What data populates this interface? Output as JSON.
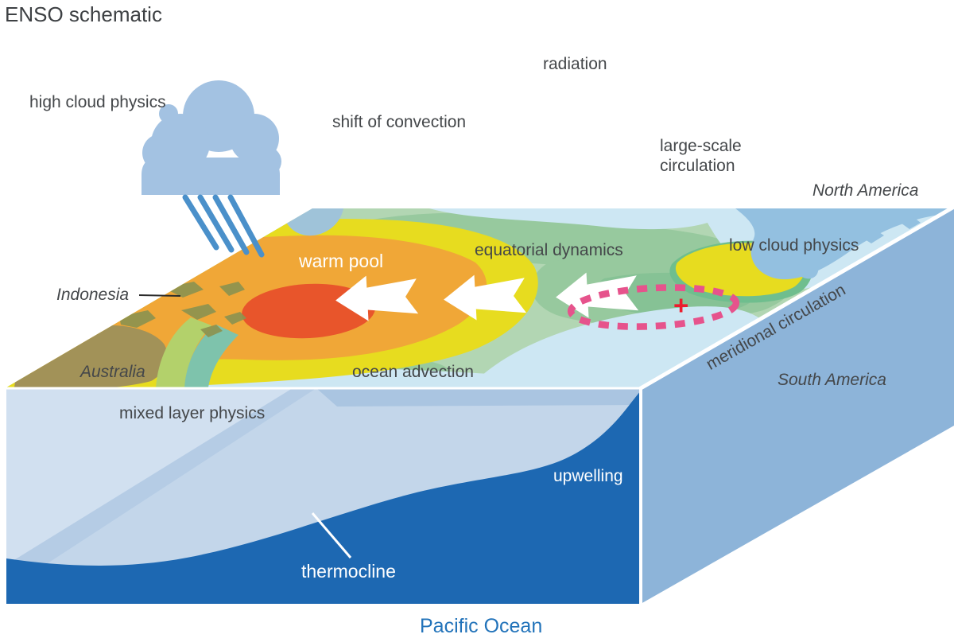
{
  "title": "ENSO schematic",
  "labels": {
    "high_cloud_physics": "high cloud physics",
    "radiation": "radiation",
    "shift_of_convection": "shift of convection",
    "large_scale_circulation": "large-scale\ncirculation",
    "north_america": "North America",
    "equatorial_dynamics": "equatorial dynamics",
    "low_cloud_physics": "low cloud physics",
    "warm_pool": "warm pool",
    "indonesia": "Indonesia",
    "australia": "Australia",
    "ocean_advection": "ocean advection",
    "meridional_circulation": "meridional circulation",
    "south_america": "South America",
    "mixed_layer_physics": "mixed layer physics",
    "upwelling": "upwelling",
    "thermocline": "thermocline",
    "pacific_ocean": "Pacific Ocean",
    "plus_symbol": "+"
  },
  "icons": {
    "rain_cloud": "rain-cloud-icon",
    "flow_arrows": "west-flow-arrow-icon",
    "anomaly_ellipse": "anomaly-ellipse-icon",
    "positive_anomaly": "plus-icon"
  },
  "colors": {
    "sst_cold_blue": "#cbe4f0",
    "sst_cool_green_light": "#b2d6b3",
    "sst_cool_green_medium": "#97c99e",
    "sst_warm_yellow": "#e7dc1f",
    "sst_warmer_orange": "#f0a737",
    "sst_hot_red": "#e8552b",
    "land_khaki": "#a29258",
    "islands_olive": "#8d9350",
    "side_face_blue": "#8db4d9",
    "deep_ocean_blue": "#1d68b2",
    "mixed_layer_blue": "#c8daec",
    "cloud_blue": "#a3c2e2",
    "rain_blue": "#4a90ca",
    "anomaly_pink": "#e6538c",
    "plus_red": "#ed1d2d",
    "label_gray": "#44474a",
    "pacific_label_blue": "#2273ba"
  }
}
